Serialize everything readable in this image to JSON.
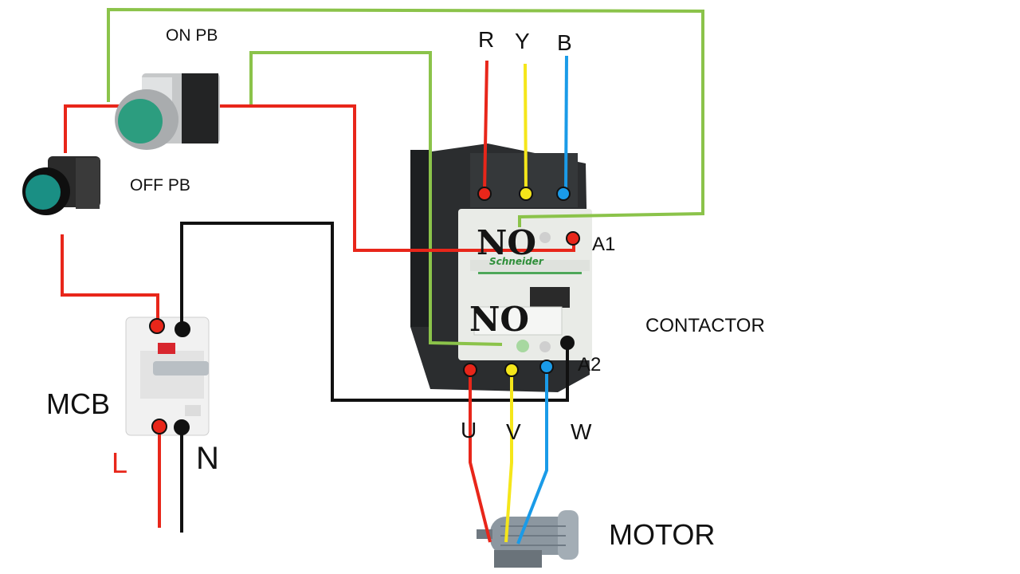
{
  "labels": {
    "on_pb": "ON PB",
    "off_pb": "OFF PB",
    "phase_r": "R",
    "phase_y": "Y",
    "phase_b": "B",
    "no_upper": "NO",
    "no_lower": "NO",
    "a1": "A1",
    "a2": "A2",
    "contactor": "CONTACTOR",
    "mcb": "MCB",
    "line": "L",
    "neutral": "N",
    "out_u": "U",
    "out_v": "V",
    "out_w": "W",
    "motor": "MOTOR",
    "brand": "Schneider"
  },
  "colors": {
    "red_wire": "#e8261a",
    "yellow_wire": "#f5e61a",
    "blue_wire": "#1a9be8",
    "green_wire": "#8bc34a",
    "black_wire": "#111111",
    "contactor_body": "#2b2d2f",
    "contactor_face": "#e9ebe7",
    "button_green": "#1a8f84"
  }
}
